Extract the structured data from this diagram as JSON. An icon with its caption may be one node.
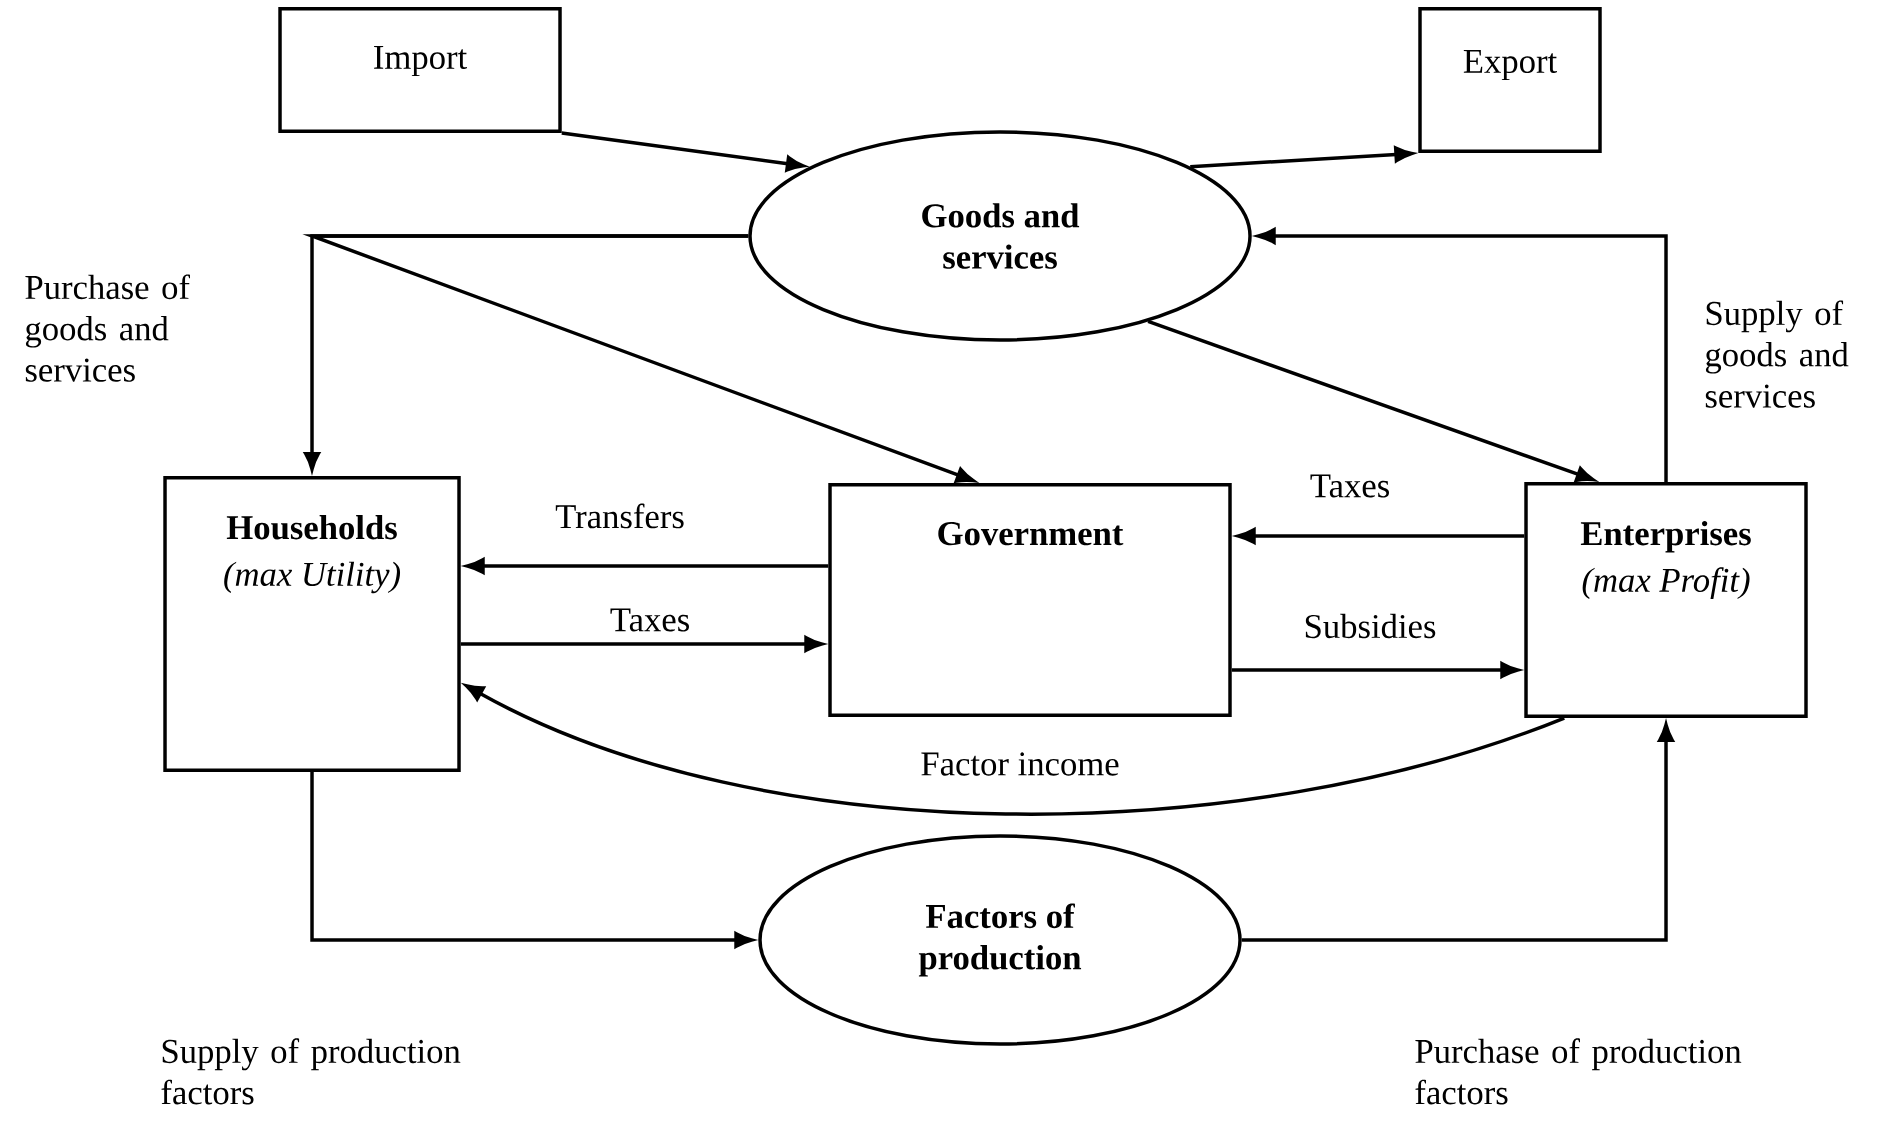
{
  "diagram": {
    "nodes": [
      {
        "text": [
          "Import"
        ]
      },
      {
        "text": [
          "Export"
        ]
      },
      {
        "text": [
          "Goods and services"
        ]
      },
      {
        "text": [
          "Households",
          "(max Utility)"
        ]
      },
      {
        "text": [
          "Government"
        ]
      },
      {
        "text": [
          "Enterprises",
          "(max Profit)"
        ]
      },
      {
        "text": [
          "Factors of production"
        ]
      }
    ],
    "edges": [
      {
        "from": 0,
        "to": 2,
        "arrow": "to"
      },
      {
        "from": 2,
        "to": 1,
        "arrow": "to"
      },
      {
        "from": 2,
        "to": 3,
        "arrow": "to",
        "label": "Purchase of goods and services"
      },
      {
        "from": 2,
        "to": 4,
        "arrow": "to"
      },
      {
        "from": 2,
        "to": 5,
        "arrow": "to"
      },
      {
        "from": 5,
        "to": 2,
        "arrow": "to",
        "label": "Supply of goods and services"
      },
      {
        "from": 5,
        "to": 4,
        "arrow": "to",
        "label": "Taxes"
      },
      {
        "from": 4,
        "to": 3,
        "arrow": "to",
        "label": "Transfers"
      },
      {
        "from": 3,
        "to": 4,
        "arrow": "to",
        "label": "Taxes"
      },
      {
        "from": 4,
        "to": 5,
        "arrow": "to",
        "label": "Subsidies"
      },
      {
        "from": 5,
        "to": 3,
        "arrow": "to",
        "label": "Factor income"
      },
      {
        "from": 3,
        "to": 6,
        "arrow": "to",
        "label": "Supply of production factors"
      },
      {
        "from": 6,
        "to": 5,
        "arrow": "to",
        "label": "Purchase of production factors"
      }
    ]
  }
}
